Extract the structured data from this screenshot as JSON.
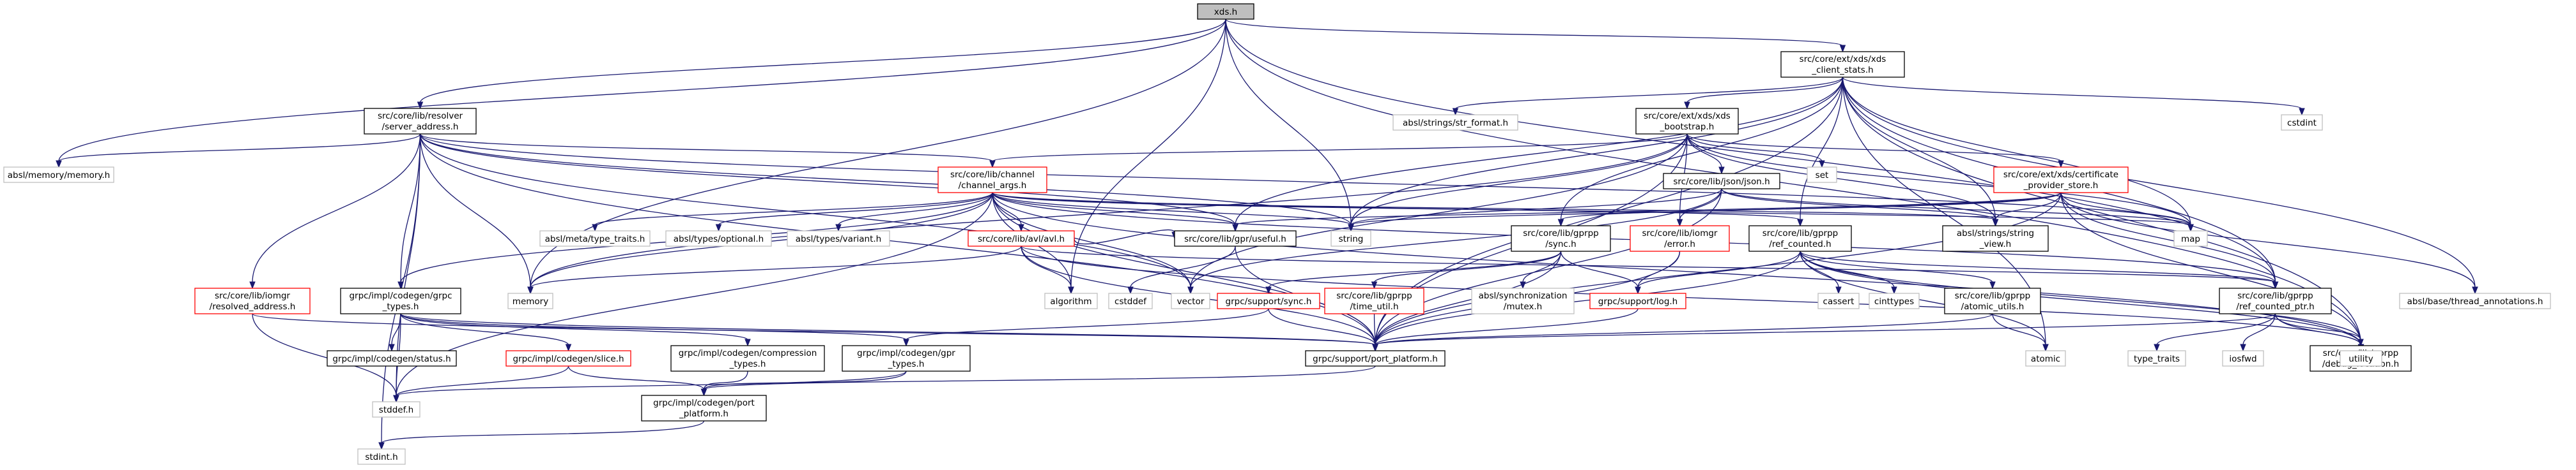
{
  "colors": {
    "edge": "#191970",
    "black_border": "#000000",
    "red_border": "#ff0000",
    "gray_border": "#bfbfbf",
    "root_fill": "#bfbfbf",
    "default_fill": "#ffffff",
    "text": "#000000"
  },
  "nodes": [
    {
      "id": "xds",
      "lines": [
        "xds.h"
      ],
      "border": "black",
      "root": true
    },
    {
      "id": "client_stats",
      "lines": [
        "src/core/ext/xds/xds",
        "_client_stats.h"
      ],
      "border": "black"
    },
    {
      "id": "server_address",
      "lines": [
        "src/core/lib/resolver",
        "/server_address.h"
      ],
      "border": "black"
    },
    {
      "id": "absl_memory",
      "lines": [
        "absl/memory/memory.h"
      ],
      "border": "gray"
    },
    {
      "id": "channel_args",
      "lines": [
        "src/core/lib/channel",
        "/channel_args.h"
      ],
      "border": "red"
    },
    {
      "id": "str_format",
      "lines": [
        "absl/strings/str_format.h"
      ],
      "border": "gray"
    },
    {
      "id": "bootstrap",
      "lines": [
        "src/core/ext/xds/xds",
        "_bootstrap.h"
      ],
      "border": "black"
    },
    {
      "id": "cstdint",
      "lines": [
        "cstdint"
      ],
      "border": "gray"
    },
    {
      "id": "json",
      "lines": [
        "src/core/lib/json/json.h"
      ],
      "border": "black"
    },
    {
      "id": "set",
      "lines": [
        "set"
      ],
      "border": "gray"
    },
    {
      "id": "cert_store",
      "lines": [
        "src/core/ext/xds/certificate",
        "_provider_store.h"
      ],
      "border": "red"
    },
    {
      "id": "type_traits_absl",
      "lines": [
        "absl/meta/type_traits.h"
      ],
      "border": "gray"
    },
    {
      "id": "optional",
      "lines": [
        "absl/types/optional.h"
      ],
      "border": "gray"
    },
    {
      "id": "variant",
      "lines": [
        "absl/types/variant.h"
      ],
      "border": "gray"
    },
    {
      "id": "avl",
      "lines": [
        "src/core/lib/avl/avl.h"
      ],
      "border": "red"
    },
    {
      "id": "useful",
      "lines": [
        "src/core/lib/gpr/useful.h"
      ],
      "border": "black"
    },
    {
      "id": "string",
      "lines": [
        "string"
      ],
      "border": "gray"
    },
    {
      "id": "iomgr_error",
      "lines": [
        "src/core/lib/iomgr",
        "/error.h"
      ],
      "border": "red"
    },
    {
      "id": "gprpp_sync",
      "lines": [
        "src/core/lib/gprpp",
        "/sync.h"
      ],
      "border": "black"
    },
    {
      "id": "ref_counted",
      "lines": [
        "src/core/lib/gprpp",
        "/ref_counted.h"
      ],
      "border": "black"
    },
    {
      "id": "string_view",
      "lines": [
        "absl/strings/string",
        "_view.h"
      ],
      "border": "black"
    },
    {
      "id": "map",
      "lines": [
        "map"
      ],
      "border": "gray"
    },
    {
      "id": "resolved_address",
      "lines": [
        "src/core/lib/iomgr",
        "/resolved_address.h"
      ],
      "border": "red"
    },
    {
      "id": "grpc_types",
      "lines": [
        "grpc/impl/codegen/grpc",
        "_types.h"
      ],
      "border": "black"
    },
    {
      "id": "memory",
      "lines": [
        "memory"
      ],
      "border": "gray"
    },
    {
      "id": "algorithm",
      "lines": [
        "algorithm"
      ],
      "border": "gray"
    },
    {
      "id": "cstddef",
      "lines": [
        "cstddef"
      ],
      "border": "gray"
    },
    {
      "id": "vector",
      "lines": [
        "vector"
      ],
      "border": "gray"
    },
    {
      "id": "support_sync",
      "lines": [
        "grpc/support/sync.h"
      ],
      "border": "red"
    },
    {
      "id": "time_util",
      "lines": [
        "src/core/lib/gprpp",
        "/time_util.h"
      ],
      "border": "red"
    },
    {
      "id": "absl_mutex",
      "lines": [
        "absl/synchronization",
        "/mutex.h"
      ],
      "border": "gray"
    },
    {
      "id": "support_log",
      "lines": [
        "grpc/support/log.h"
      ],
      "border": "red"
    },
    {
      "id": "cassert",
      "lines": [
        "cassert"
      ],
      "border": "gray"
    },
    {
      "id": "cinttypes",
      "lines": [
        "cinttypes"
      ],
      "border": "gray"
    },
    {
      "id": "atomic_utils",
      "lines": [
        "src/core/lib/gprpp",
        "/atomic_utils.h"
      ],
      "border": "black"
    },
    {
      "id": "ref_counted_ptr",
      "lines": [
        "src/core/lib/gprpp",
        "/ref_counted_ptr.h"
      ],
      "border": "black"
    },
    {
      "id": "thread_annotations",
      "lines": [
        "absl/base/thread_annotations.h"
      ],
      "border": "gray"
    },
    {
      "id": "status",
      "lines": [
        "grpc/impl/codegen/status.h"
      ],
      "border": "black"
    },
    {
      "id": "slice",
      "lines": [
        "grpc/impl/codegen/slice.h"
      ],
      "border": "red"
    },
    {
      "id": "compression_types",
      "lines": [
        "grpc/impl/codegen/compression",
        "_types.h"
      ],
      "border": "black"
    },
    {
      "id": "gpr_types",
      "lines": [
        "grpc/impl/codegen/gpr",
        "_types.h"
      ],
      "border": "black"
    },
    {
      "id": "port_platform_support",
      "lines": [
        "grpc/support/port_platform.h"
      ],
      "border": "black"
    },
    {
      "id": "atomic",
      "lines": [
        "atomic"
      ],
      "border": "gray"
    },
    {
      "id": "type_traits",
      "lines": [
        "type_traits"
      ],
      "border": "gray"
    },
    {
      "id": "debug_location",
      "lines": [
        "src/core/lib/gprpp",
        "/debug_location.h"
      ],
      "border": "black"
    },
    {
      "id": "iosfwd",
      "lines": [
        "iosfwd"
      ],
      "border": "gray"
    },
    {
      "id": "utility",
      "lines": [
        "utility"
      ],
      "border": "gray"
    },
    {
      "id": "stddef",
      "lines": [
        "stddef.h"
      ],
      "border": "gray"
    },
    {
      "id": "port_platform_codegen",
      "lines": [
        "grpc/impl/codegen/port",
        "_platform.h"
      ],
      "border": "black"
    },
    {
      "id": "stdint",
      "lines": [
        "stdint.h"
      ],
      "border": "gray"
    }
  ],
  "edges": [
    [
      "xds",
      "client_stats"
    ],
    [
      "xds",
      "server_address"
    ],
    [
      "xds",
      "absl_memory"
    ],
    [
      "xds",
      "memory"
    ],
    [
      "xds",
      "string"
    ],
    [
      "xds",
      "algorithm"
    ],
    [
      "xds",
      "utility"
    ],
    [
      "xds",
      "ref_counted_ptr"
    ],
    [
      "client_stats",
      "bootstrap"
    ],
    [
      "client_stats",
      "str_format"
    ],
    [
      "client_stats",
      "cstdint"
    ],
    [
      "client_stats",
      "map"
    ],
    [
      "client_stats",
      "string"
    ],
    [
      "client_stats",
      "string_view"
    ],
    [
      "client_stats",
      "useful"
    ],
    [
      "client_stats",
      "gprpp_sync"
    ],
    [
      "client_stats",
      "ref_counted"
    ],
    [
      "client_stats",
      "ref_counted_ptr"
    ],
    [
      "client_stats",
      "thread_annotations"
    ],
    [
      "client_stats",
      "port_platform_support"
    ],
    [
      "client_stats",
      "atomic"
    ],
    [
      "client_stats",
      "utility"
    ],
    [
      "server_address",
      "channel_args"
    ],
    [
      "server_address",
      "absl_memory"
    ],
    [
      "server_address",
      "resolved_address"
    ],
    [
      "server_address",
      "grpc_types"
    ],
    [
      "server_address",
      "memory"
    ],
    [
      "server_address",
      "string"
    ],
    [
      "server_address",
      "useful"
    ],
    [
      "server_address",
      "port_platform_support"
    ],
    [
      "server_address",
      "vector"
    ],
    [
      "server_address",
      "stddef"
    ],
    [
      "server_address",
      "stdint"
    ],
    [
      "server_address",
      "map"
    ],
    [
      "bootstrap",
      "json"
    ],
    [
      "bootstrap",
      "set"
    ],
    [
      "bootstrap",
      "cert_store"
    ],
    [
      "bootstrap",
      "map"
    ],
    [
      "bootstrap",
      "memory"
    ],
    [
      "bootstrap",
      "string"
    ],
    [
      "bootstrap",
      "vector"
    ],
    [
      "bootstrap",
      "iomgr_error"
    ],
    [
      "bootstrap",
      "string_view"
    ],
    [
      "bootstrap",
      "port_platform_support"
    ],
    [
      "bootstrap",
      "channel_args"
    ],
    [
      "json",
      "map"
    ],
    [
      "json",
      "string"
    ],
    [
      "json",
      "vector"
    ],
    [
      "json",
      "iomgr_error"
    ],
    [
      "json",
      "string_view"
    ],
    [
      "json",
      "port_platform_support"
    ],
    [
      "cert_store",
      "map"
    ],
    [
      "cert_store",
      "string"
    ],
    [
      "cert_store",
      "useful"
    ],
    [
      "cert_store",
      "gprpp_sync"
    ],
    [
      "cert_store",
      "ref_counted_ptr"
    ],
    [
      "cert_store",
      "string_view"
    ],
    [
      "cert_store",
      "port_platform_support"
    ],
    [
      "cert_store",
      "utility"
    ],
    [
      "cert_store",
      "thread_annotations"
    ],
    [
      "channel_args",
      "type_traits_absl"
    ],
    [
      "channel_args",
      "optional"
    ],
    [
      "channel_args",
      "variant"
    ],
    [
      "channel_args",
      "avl"
    ],
    [
      "channel_args",
      "useful"
    ],
    [
      "channel_args",
      "string"
    ],
    [
      "channel_args",
      "grpc_types"
    ],
    [
      "channel_args",
      "ref_counted"
    ],
    [
      "channel_args",
      "ref_counted_ptr"
    ],
    [
      "channel_args",
      "string_view"
    ],
    [
      "channel_args",
      "port_platform_support"
    ],
    [
      "channel_args",
      "algorithm"
    ],
    [
      "channel_args",
      "stddef"
    ],
    [
      "channel_args",
      "vector"
    ],
    [
      "channel_args",
      "memory"
    ],
    [
      "channel_args",
      "map"
    ],
    [
      "channel_args",
      "utility"
    ],
    [
      "avl",
      "memory"
    ],
    [
      "avl",
      "algorithm"
    ],
    [
      "avl",
      "useful"
    ],
    [
      "avl",
      "ref_counted_ptr"
    ],
    [
      "avl",
      "port_platform_support"
    ],
    [
      "avl",
      "utility"
    ],
    [
      "useful",
      "cstddef"
    ],
    [
      "useful",
      "port_platform_support"
    ],
    [
      "iomgr_error",
      "support_log"
    ],
    [
      "iomgr_error",
      "port_platform_support"
    ],
    [
      "gprpp_sync",
      "support_sync"
    ],
    [
      "gprpp_sync",
      "time_util"
    ],
    [
      "gprpp_sync",
      "absl_mutex"
    ],
    [
      "gprpp_sync",
      "support_log"
    ],
    [
      "gprpp_sync",
      "port_platform_support"
    ],
    [
      "ref_counted",
      "atomic_utils"
    ],
    [
      "ref_counted",
      "ref_counted_ptr"
    ],
    [
      "ref_counted",
      "debug_location"
    ],
    [
      "ref_counted",
      "cassert"
    ],
    [
      "ref_counted",
      "cinttypes"
    ],
    [
      "ref_counted",
      "atomic"
    ],
    [
      "ref_counted",
      "support_log"
    ],
    [
      "ref_counted",
      "port_platform_support"
    ],
    [
      "ref_counted",
      "utility"
    ],
    [
      "resolved_address",
      "stddef"
    ],
    [
      "resolved_address",
      "port_platform_support"
    ],
    [
      "grpc_types",
      "status"
    ],
    [
      "grpc_types",
      "slice"
    ],
    [
      "grpc_types",
      "compression_types"
    ],
    [
      "grpc_types",
      "gpr_types"
    ],
    [
      "grpc_types",
      "stddef"
    ],
    [
      "grpc_types",
      "port_platform_support"
    ],
    [
      "support_sync",
      "gpr_types"
    ],
    [
      "support_sync",
      "port_platform_support"
    ],
    [
      "time_util",
      "port_platform_support"
    ],
    [
      "support_log",
      "port_platform_support"
    ],
    [
      "atomic_utils",
      "atomic"
    ],
    [
      "atomic_utils",
      "port_platform_support"
    ],
    [
      "ref_counted_ptr",
      "type_traits"
    ],
    [
      "ref_counted_ptr",
      "debug_location"
    ],
    [
      "ref_counted_ptr",
      "iosfwd"
    ],
    [
      "ref_counted_ptr",
      "utility"
    ],
    [
      "ref_counted_ptr",
      "port_platform_support"
    ],
    [
      "slice",
      "stddef"
    ],
    [
      "slice",
      "port_platform_codegen"
    ],
    [
      "gpr_types",
      "stddef"
    ],
    [
      "gpr_types",
      "port_platform_codegen"
    ],
    [
      "port_platform_support",
      "port_platform_codegen"
    ],
    [
      "port_platform_codegen",
      "stdint"
    ],
    [
      "compression_types",
      "port_platform_codegen"
    ]
  ]
}
